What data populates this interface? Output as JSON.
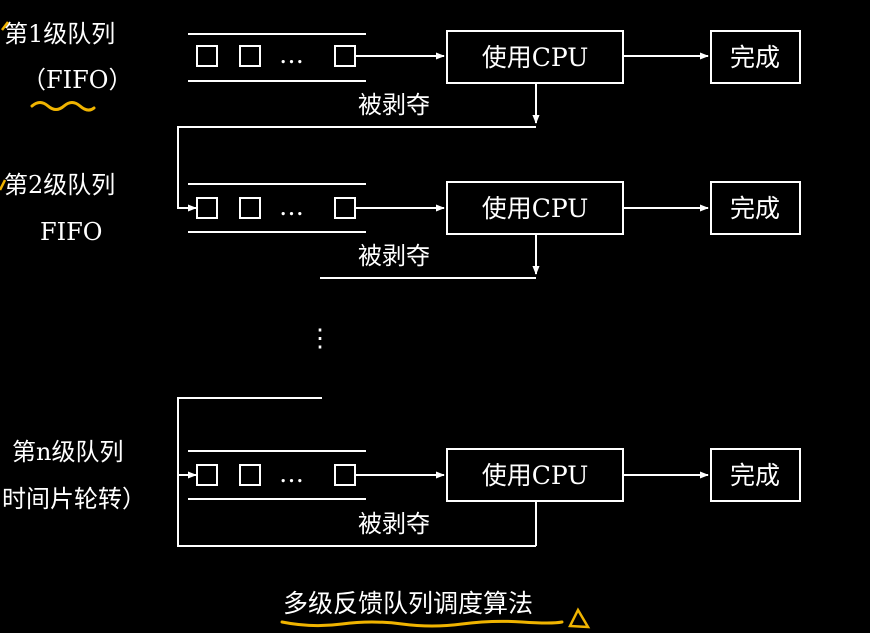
{
  "queues": [
    {
      "label_line1": "第1级队列",
      "label_line2": "（FIFO）",
      "cpu": "使用CPU",
      "done": "完成",
      "preempt": "被剥夺"
    },
    {
      "label_line1": "第2级队列",
      "label_line2": "FIFO",
      "cpu": "使用CPU",
      "done": "完成",
      "preempt": "被剥夺"
    },
    {
      "label_line1": "第n级队列",
      "label_line2": "时间片轮转）",
      "cpu": "使用CPU",
      "done": "完成",
      "preempt": "被剥夺"
    }
  ],
  "ellipsis": "…",
  "vertical_ellipsis": "⋮",
  "caption": "多级反馈队列调度算法",
  "colors": {
    "background": "#000000",
    "foreground": "#ffffff",
    "annotation": "#f0b400"
  }
}
